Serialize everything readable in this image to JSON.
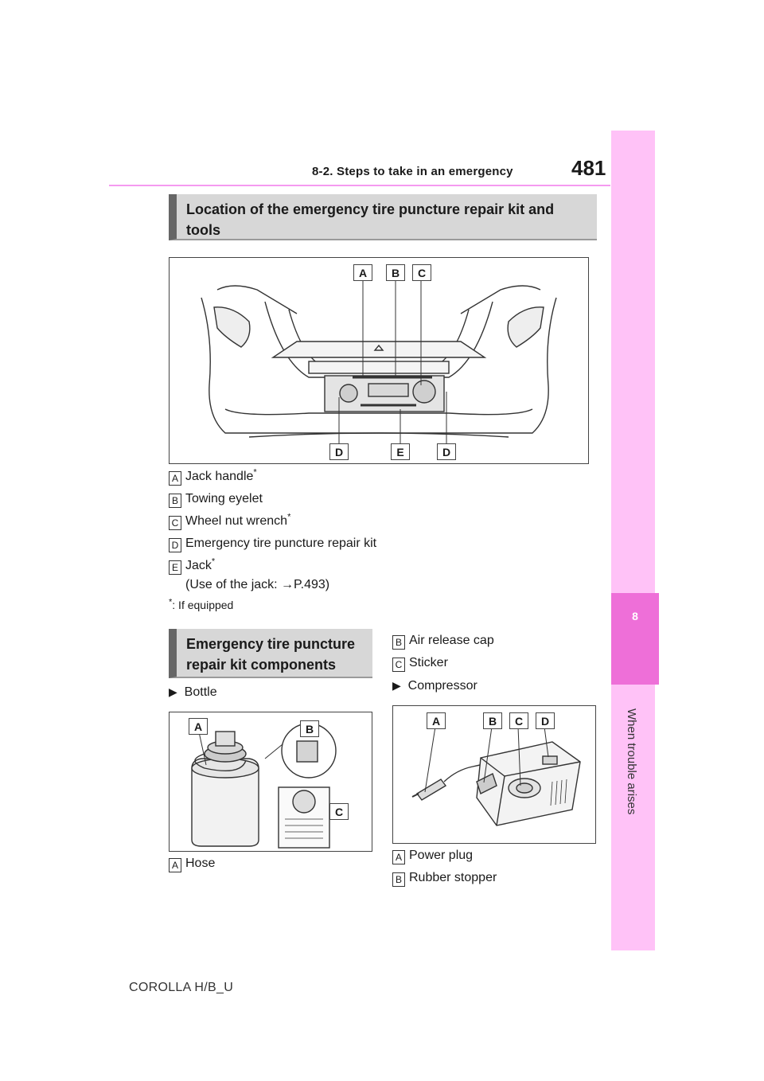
{
  "header": {
    "section": "8-2. Steps to take in an emergency",
    "page_number": "481"
  },
  "side_tab": {
    "chapter_number": "8",
    "chapter_title": "When trouble arises"
  },
  "section1": {
    "title": "Location of the emergency tire puncture repair kit and tools",
    "figure_labels": {
      "top": [
        "A",
        "B",
        "C"
      ],
      "bottom": [
        "D",
        "E",
        "D"
      ]
    },
    "items": [
      {
        "letter": "A",
        "label": "Jack handle",
        "asterisk": "*"
      },
      {
        "letter": "B",
        "label": "Towing eyelet"
      },
      {
        "letter": "C",
        "label": "Wheel nut wrench",
        "asterisk": "*"
      },
      {
        "letter": "D",
        "label": "Emergency tire puncture repair kit"
      },
      {
        "letter": "E",
        "label": "Jack",
        "asterisk": "*",
        "note": "(Use of the jack: →P.493)"
      }
    ],
    "footnote_mark": "*",
    "footnote_text": ": If equipped"
  },
  "section2": {
    "title": "Emergency tire puncture repair kit components",
    "bottle": {
      "heading": "Bottle",
      "figure_labels": [
        "A",
        "B",
        "C"
      ],
      "items": [
        {
          "letter": "A",
          "label": "Hose"
        },
        {
          "letter": "B",
          "label": "Air release cap"
        },
        {
          "letter": "C",
          "label": "Sticker"
        }
      ]
    },
    "compressor": {
      "heading": "Compressor",
      "figure_labels": [
        "A",
        "B",
        "C",
        "D"
      ],
      "items": [
        {
          "letter": "A",
          "label": "Power plug"
        },
        {
          "letter": "B",
          "label": "Rubber stopper"
        }
      ]
    }
  },
  "footer": {
    "model": "COROLLA H/B_U"
  }
}
